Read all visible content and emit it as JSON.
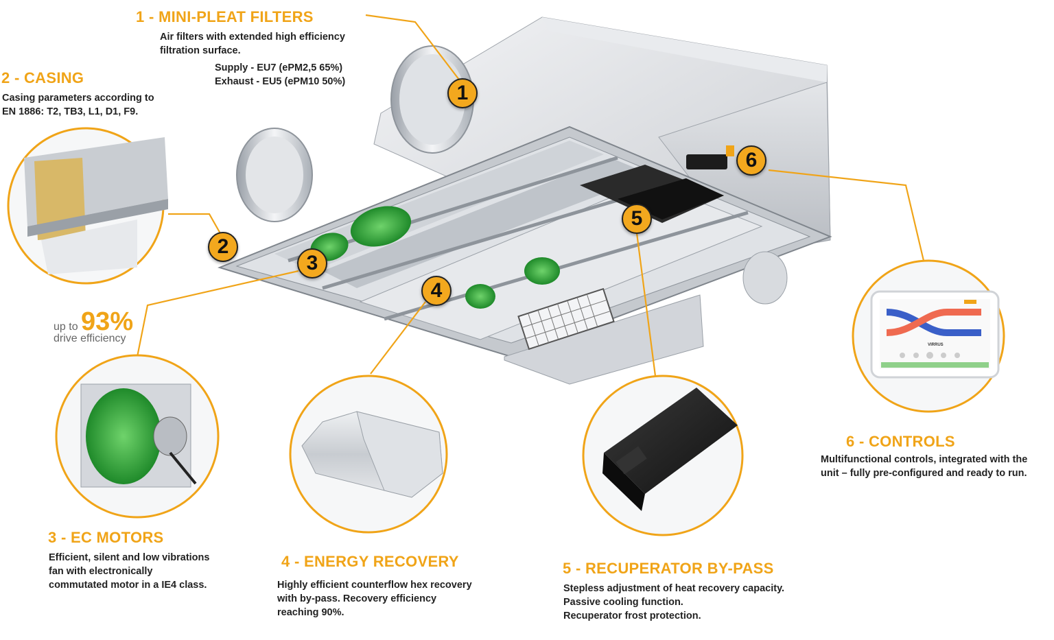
{
  "sections": [
    {
      "heading": "1 - MINI-PLEAT FILTERS",
      "lines": [
        "Air filters with extended high efficiency",
        "filtration surface."
      ],
      "sub_lines": [
        "Supply - EU7 (ePM2,5 65%)",
        "Exhaust - EU5 (ePM10 50%)"
      ]
    },
    {
      "heading": "2 - CASING",
      "lines": [
        "Casing parameters according to",
        "EN 1886: T2, TB3, L1, D1, F9."
      ]
    },
    {
      "heading": "3 - EC MOTORS",
      "lines": [
        "Efficient, silent and low vibrations",
        "fan with electronically",
        "commutated motor in a IE4 class."
      ]
    },
    {
      "heading": "4 - ENERGY RECOVERY",
      "lines": [
        "Highly efficient counterflow hex recovery",
        "with by-pass.  Recovery efficiency",
        "reaching 90%."
      ]
    },
    {
      "heading": "5 - RECUPERATOR BY-PASS",
      "lines": [
        "Stepless adjustment of heat recovery capacity.",
        "Passive cooling function.",
        "Recuperator frost protection."
      ]
    },
    {
      "heading": "6 - CONTROLS",
      "lines": [
        "Multifunctional controls, integrated with the",
        "unit – fully pre-configured and ready to run."
      ]
    }
  ],
  "badges": [
    "1",
    "2",
    "3",
    "4",
    "5",
    "6"
  ],
  "efficiency": {
    "prefix": "up to",
    "value": "93%",
    "suffix": "drive efficiency"
  },
  "tablet": {
    "brand": "VIRRUS"
  },
  "colors": {
    "accent": "#f0a418",
    "text": "#222222",
    "fan_green": "#2ea33a",
    "supply_blue": "#3a5fc8",
    "exhaust_red": "#ef6a50"
  }
}
